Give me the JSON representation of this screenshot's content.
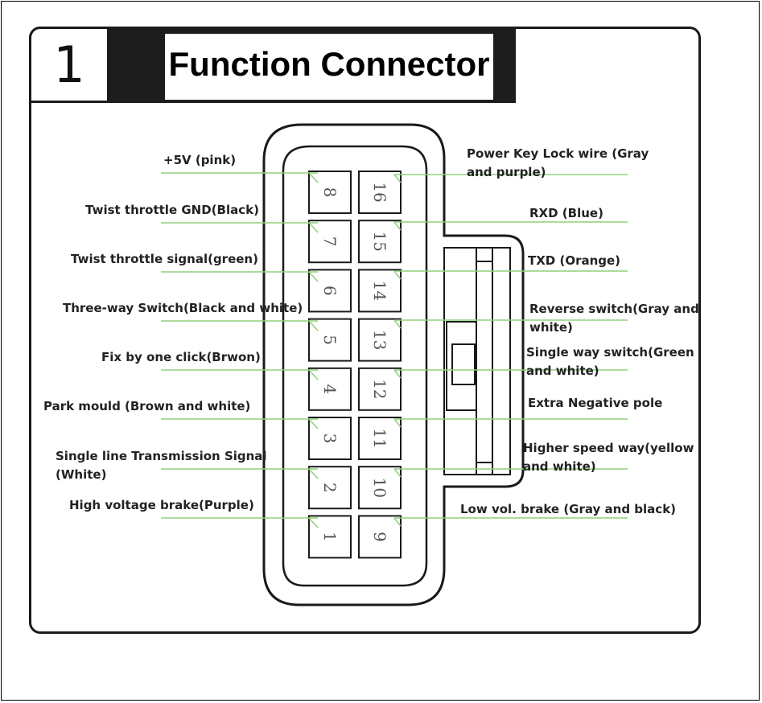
{
  "header": {
    "number": "1",
    "title": "Function Connector"
  },
  "colors": {
    "leader_line": "#8fd07a",
    "outline": "#1a1a1a"
  },
  "pins": {
    "left_column": [
      "8",
      "7",
      "6",
      "5",
      "4",
      "3",
      "2",
      "1"
    ],
    "right_column": [
      "16",
      "15",
      "14",
      "13",
      "12",
      "11",
      "10",
      "9"
    ]
  },
  "labels": {
    "left": [
      {
        "pin": "8",
        "text": "+5V (pink)"
      },
      {
        "pin": "7",
        "text": "Twist throttle GND(Black)"
      },
      {
        "pin": "6",
        "text": "Twist throttle signal(green)"
      },
      {
        "pin": "5",
        "text": "Three-way Switch(Black and white)"
      },
      {
        "pin": "4",
        "text": "Fix by one click(Brwon)"
      },
      {
        "pin": "3",
        "text": "Park mould (Brown and white)"
      },
      {
        "pin": "2",
        "line1": "Single line Transmission Signal",
        "line2": "(White)"
      },
      {
        "pin": "1",
        "text": "High voltage brake(Purple)"
      }
    ],
    "right": [
      {
        "pin": "16",
        "line1": "Power Key Lock wire (Gray",
        "line2": "and purple)"
      },
      {
        "pin": "15",
        "text": "RXD (Blue)"
      },
      {
        "pin": "14",
        "text": "TXD (Orange)"
      },
      {
        "pin": "13",
        "line1": "Reverse switch(Gray and",
        "line2": "white)"
      },
      {
        "pin": "12",
        "line1": "Single way switch(Green",
        "line2": "and white)"
      },
      {
        "pin": "11",
        "text": "Extra Negative pole"
      },
      {
        "pin": "10",
        "line1": "Higher speed way(yellow",
        "line2": "and white)"
      },
      {
        "pin": "9",
        "text": "Low vol. brake (Gray and black)"
      }
    ]
  }
}
